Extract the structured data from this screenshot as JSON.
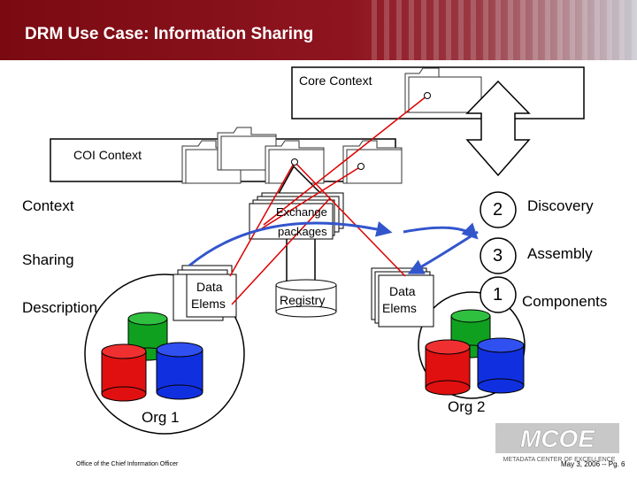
{
  "slide": {
    "title": "DRM Use Case: Information Sharing",
    "footer_left": "Office of the Chief Information Officer",
    "footer_right": "May 3, 2006  --  Pg. 6",
    "logo_text": "MCOE",
    "logo_subtext": "METADATA CENTER OF EXCELLENCE"
  },
  "diagram": {
    "core_context_label": "Core Context",
    "coi_context_label": "COI Context",
    "row_labels": {
      "context": "Context",
      "sharing": "Sharing",
      "description": "Description"
    },
    "exchange_label_line1": "Exchange",
    "exchange_label_line2": "packages",
    "registry_label": "Registry",
    "data_elems_left_line1": "Data",
    "data_elems_left_line2": "Elems",
    "data_elems_right_line1": "Data",
    "data_elems_right_line2": "Elems",
    "org1_label": "Org 1",
    "org2_label": "Org 2",
    "steps": [
      {
        "number": "2",
        "label": "Discovery"
      },
      {
        "number": "3",
        "label": "Assembly"
      },
      {
        "number": "1",
        "label": "Components"
      }
    ]
  },
  "colors": {
    "title_bar": "#7a0a12",
    "db_red": "#e01010",
    "db_green": "#10a020",
    "db_blue": "#1030e0",
    "arrow_blue": "#3355cc",
    "link_red": "#dd0000"
  }
}
